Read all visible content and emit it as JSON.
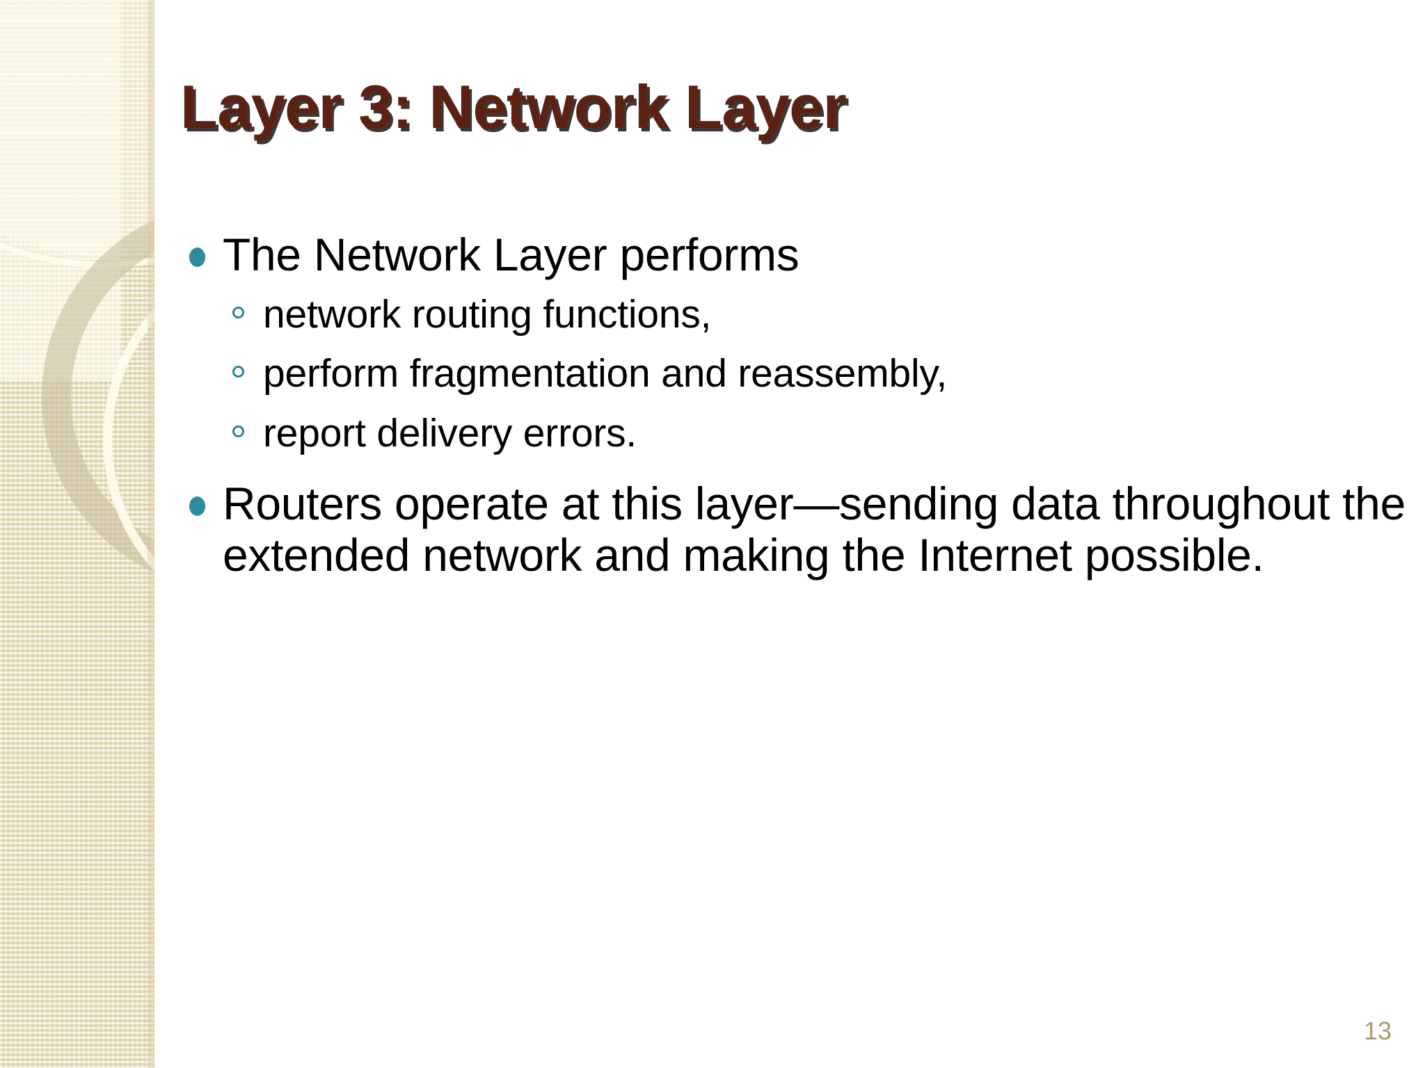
{
  "slide": {
    "title": "Layer 3: Network Layer",
    "page_number": "13",
    "colors": {
      "title_text": "#5B2214",
      "title_shadow": "#140A06",
      "bullet_level1": "#2D8B9E",
      "bullet_level2": "#2B8496",
      "body_text": "#000000",
      "page_number": "#A89A6D",
      "sidebar_background": "#EAE2BE",
      "slide_background": "#FFFFFF"
    },
    "bullets": [
      {
        "level": 1,
        "text": "The Network Layer performs",
        "bullet_icon": "filled-circle-bullet-icon",
        "children": [
          {
            "level": 2,
            "text": "network routing functions,",
            "bullet_icon": "hollow-circle-bullet-icon"
          },
          {
            "level": 2,
            "text": "perform fragmentation and reassembly,",
            "bullet_icon": "hollow-circle-bullet-icon"
          },
          {
            "level": 2,
            "text": "report delivery errors.",
            "bullet_icon": "hollow-circle-bullet-icon"
          }
        ]
      },
      {
        "level": 1,
        "text": "Routers operate at this layer—sending data throughout the extended network and making the Internet possible.",
        "bullet_icon": "filled-circle-bullet-icon",
        "children": []
      }
    ],
    "decorations": {
      "sidebar_shapes": [
        "light-rectangle-block",
        "translucent-lens-circle",
        "thin-cream-ring-top",
        "thick-tan-ring-lower",
        "thin-cream-ring-lower"
      ]
    }
  }
}
